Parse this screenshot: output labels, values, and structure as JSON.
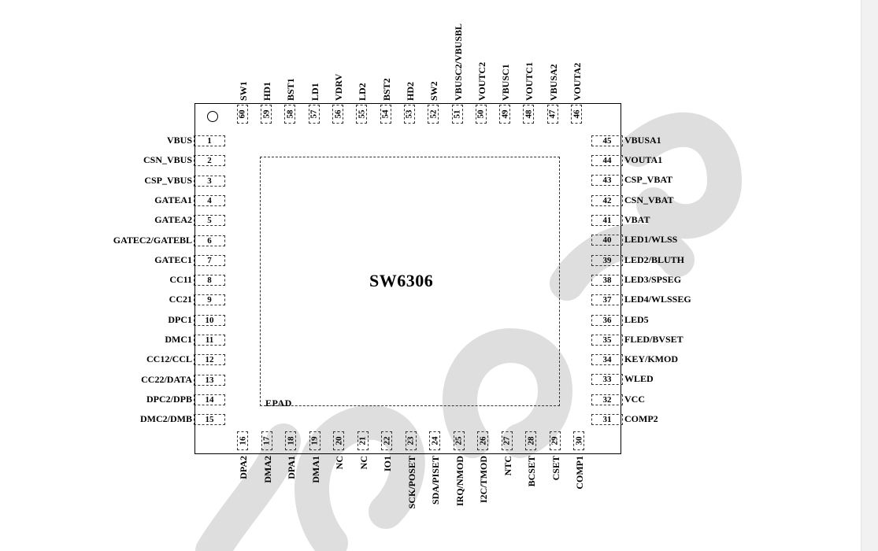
{
  "chip": {
    "name": "SW6306",
    "epad_label": "EPAD"
  },
  "pins": {
    "left": [
      {
        "num": "1",
        "label": "VBUS"
      },
      {
        "num": "2",
        "label": "CSN_VBUS"
      },
      {
        "num": "3",
        "label": "CSP_VBUS"
      },
      {
        "num": "4",
        "label": "GATEA1"
      },
      {
        "num": "5",
        "label": "GATEA2"
      },
      {
        "num": "6",
        "label": "GATEC2/GATEBL"
      },
      {
        "num": "7",
        "label": "GATEC1"
      },
      {
        "num": "8",
        "label": "CC11"
      },
      {
        "num": "9",
        "label": "CC21"
      },
      {
        "num": "10",
        "label": "DPC1"
      },
      {
        "num": "11",
        "label": "DMC1"
      },
      {
        "num": "12",
        "label": "CC12/CCL"
      },
      {
        "num": "13",
        "label": "CC22/DATA"
      },
      {
        "num": "14",
        "label": "DPC2/DPB"
      },
      {
        "num": "15",
        "label": "DMC2/DMB"
      }
    ],
    "bottom": [
      {
        "num": "16",
        "label": "DPA2"
      },
      {
        "num": "17",
        "label": "DMA2"
      },
      {
        "num": "18",
        "label": "DPA1"
      },
      {
        "num": "19",
        "label": "DMA1"
      },
      {
        "num": "20",
        "label": "NC"
      },
      {
        "num": "21",
        "label": "NC"
      },
      {
        "num": "22",
        "label": "IO1"
      },
      {
        "num": "23",
        "label": "SCK/POSET"
      },
      {
        "num": "24",
        "label": "SDA/PISET"
      },
      {
        "num": "25",
        "label": "IRQ/NMOD"
      },
      {
        "num": "26",
        "label": "I2C/TMOD"
      },
      {
        "num": "27",
        "label": "NTC"
      },
      {
        "num": "28",
        "label": "BCSET"
      },
      {
        "num": "29",
        "label": "CSET"
      },
      {
        "num": "30",
        "label": "COMP1"
      }
    ],
    "right": [
      {
        "num": "31",
        "label": "COMP2"
      },
      {
        "num": "32",
        "label": "VCC"
      },
      {
        "num": "33",
        "label": "WLED"
      },
      {
        "num": "34",
        "label": "KEY/KMOD"
      },
      {
        "num": "35",
        "label": "FLED/BVSET"
      },
      {
        "num": "36",
        "label": "LED5"
      },
      {
        "num": "37",
        "label": "LED4/WLSSEG"
      },
      {
        "num": "38",
        "label": "LED3/SPSEG"
      },
      {
        "num": "39",
        "label": "LED2/BLUTH"
      },
      {
        "num": "40",
        "label": "LED1/WLSS"
      },
      {
        "num": "41",
        "label": "VBAT"
      },
      {
        "num": "42",
        "label": "CSN_VBAT"
      },
      {
        "num": "43",
        "label": "CSP_VBAT"
      },
      {
        "num": "44",
        "label": "VOUTA1"
      },
      {
        "num": "45",
        "label": "VBUSA1"
      }
    ],
    "top": [
      {
        "num": "46",
        "label": "VOUTA2"
      },
      {
        "num": "47",
        "label": "VBUSA2"
      },
      {
        "num": "48",
        "label": "VOUTC1"
      },
      {
        "num": "49",
        "label": "VBUSC1"
      },
      {
        "num": "50",
        "label": "VOUTC2"
      },
      {
        "num": "51",
        "label": "VBUSC2/VBUSBL"
      },
      {
        "num": "52",
        "label": "SW2"
      },
      {
        "num": "53",
        "label": "HD2"
      },
      {
        "num": "54",
        "label": "BST2"
      },
      {
        "num": "55",
        "label": "LD2"
      },
      {
        "num": "56",
        "label": "VDRV"
      },
      {
        "num": "57",
        "label": "LD1"
      },
      {
        "num": "58",
        "label": "BST1"
      },
      {
        "num": "59",
        "label": "HD1"
      },
      {
        "num": "60",
        "label": "SW1"
      }
    ]
  },
  "colors": {
    "line": "#000000",
    "watermark": "#d9d9d9",
    "background": "#ffffff"
  }
}
